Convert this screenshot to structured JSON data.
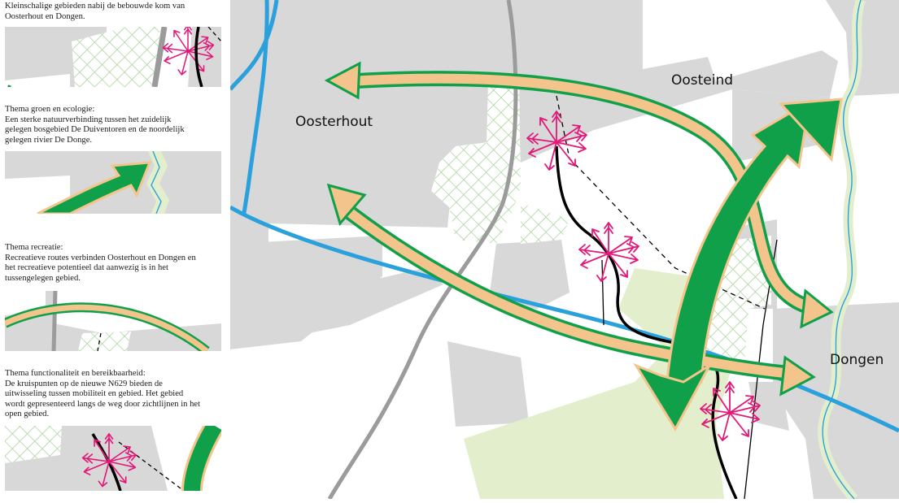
{
  "map": {
    "places": {
      "oosterhout": "Oosterhout",
      "oosteind": "Oosteind",
      "dongen": "Dongen"
    },
    "colors": {
      "built_area": "#d8d8d8",
      "water": "#2aa0dc",
      "rail": "#9b9b9b",
      "green_arrow": "#11a04a",
      "recreation_arrow": "#f3c48b",
      "hatch": "#a8d49a",
      "meadow": "#e3efcc",
      "crossing": "#e3197a",
      "new_road": "#000000"
    },
    "icons": [
      "ecology-arrow-icon",
      "recreation-arrow-icon",
      "crossing-star-icon",
      "sightline-icon"
    ]
  },
  "legend": {
    "items": [
      {
        "text_lines": [
          "Kleinschalige gebieden nabij de bebouwde kom van",
          "Oosterhout en Dongen."
        ]
      },
      {
        "text_lines": [
          "Thema groen en ecologie:",
          "Een sterke natuurverbinding tussen het zuidelijk",
          "gelegen bosgebied De Duiventoren en de noordelijk",
          "gelegen rivier De Donge."
        ]
      },
      {
        "text_lines": [
          "Thema recreatie:",
          "Recreatieve routes verbinden Oosterhout en Dongen en",
          "het recreatieve potentieel dat aanwezig is in het",
          "tussengelegen gebied."
        ]
      },
      {
        "text_lines": [
          "Thema functionaliteit en bereikbaarheid:",
          "De kruispunten op de nieuwe N629 bieden de",
          "uitwisseling tussen mobiliteit en gebied. Het gebied",
          "wordt gepresenteerd langs de weg door zichtlijnen in het",
          "open gebied."
        ]
      }
    ]
  }
}
